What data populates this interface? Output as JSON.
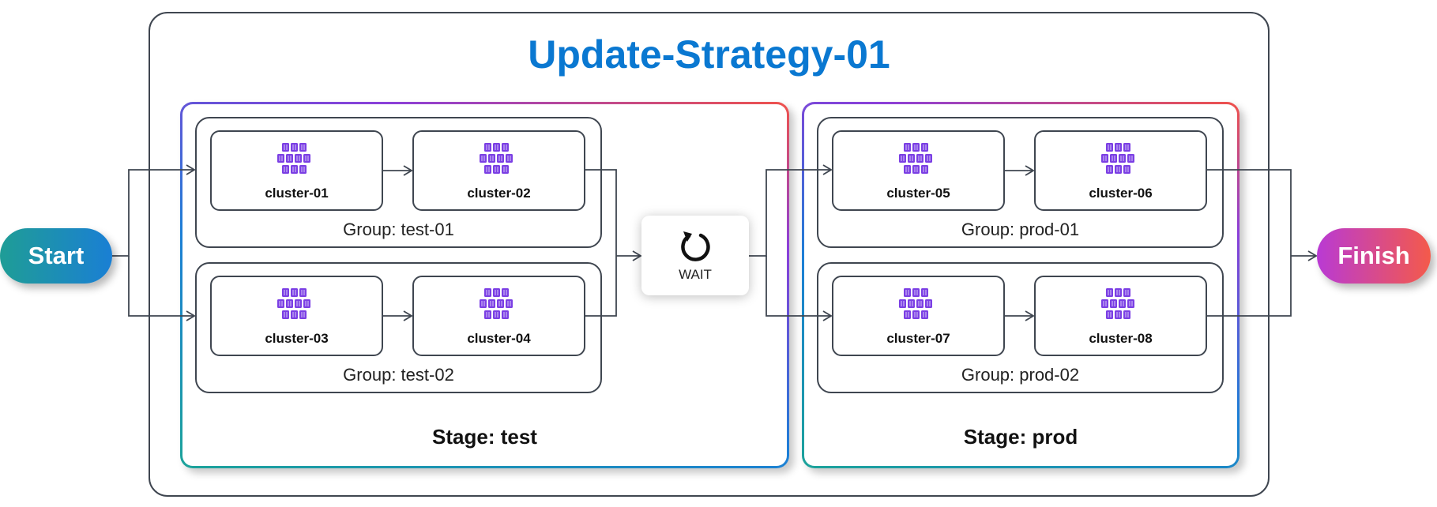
{
  "title": "Update-Strategy-01",
  "start_label": "Start",
  "finish_label": "Finish",
  "wait_label": "WAIT",
  "colors": {
    "title": "#0a78d1",
    "border": "#3f4650",
    "start_gradient": [
      "#1f9d96",
      "#1a7fd4"
    ],
    "finish_gradient": [
      "#b93ad4",
      "#f45a4a"
    ],
    "kube_icon": "#7b3fe4"
  },
  "stages": [
    {
      "label": "Stage: test",
      "groups": [
        {
          "label": "Group: test-01",
          "clusters": [
            "cluster-01",
            "cluster-02"
          ]
        },
        {
          "label": "Group: test-02",
          "clusters": [
            "cluster-03",
            "cluster-04"
          ]
        }
      ]
    },
    {
      "label": "Stage: prod",
      "groups": [
        {
          "label": "Group: prod-01",
          "clusters": [
            "cluster-05",
            "cluster-06"
          ]
        },
        {
          "label": "Group: prod-02",
          "clusters": [
            "cluster-07",
            "cluster-08"
          ]
        }
      ]
    }
  ]
}
